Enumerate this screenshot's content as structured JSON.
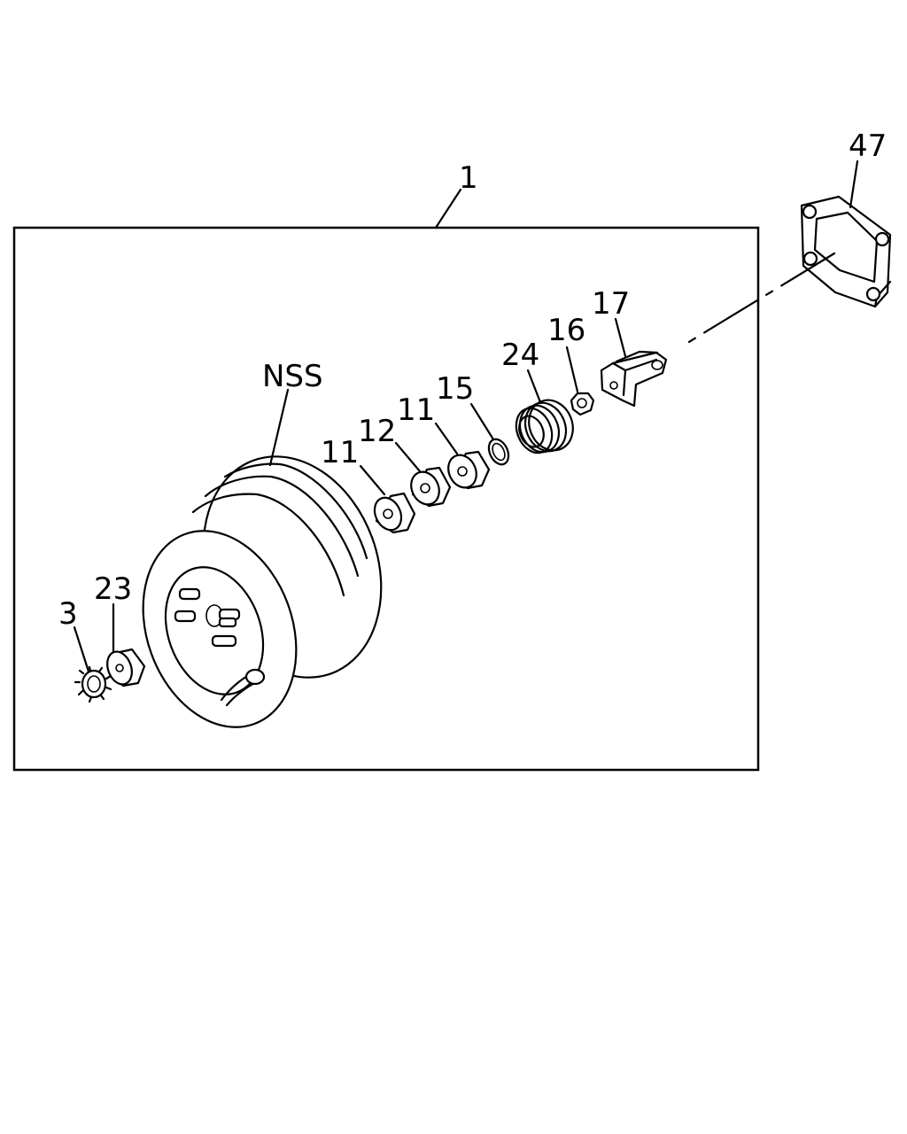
{
  "diagram": {
    "callouts": {
      "assembly": "1",
      "plate": "47",
      "clevis": "17",
      "nut": "16",
      "boot": "24",
      "ring": "15",
      "spacer_a": "11",
      "spacer_b": "12",
      "spacer_c": "11",
      "booster": "NSS",
      "seal": "23",
      "clip": "3"
    }
  }
}
